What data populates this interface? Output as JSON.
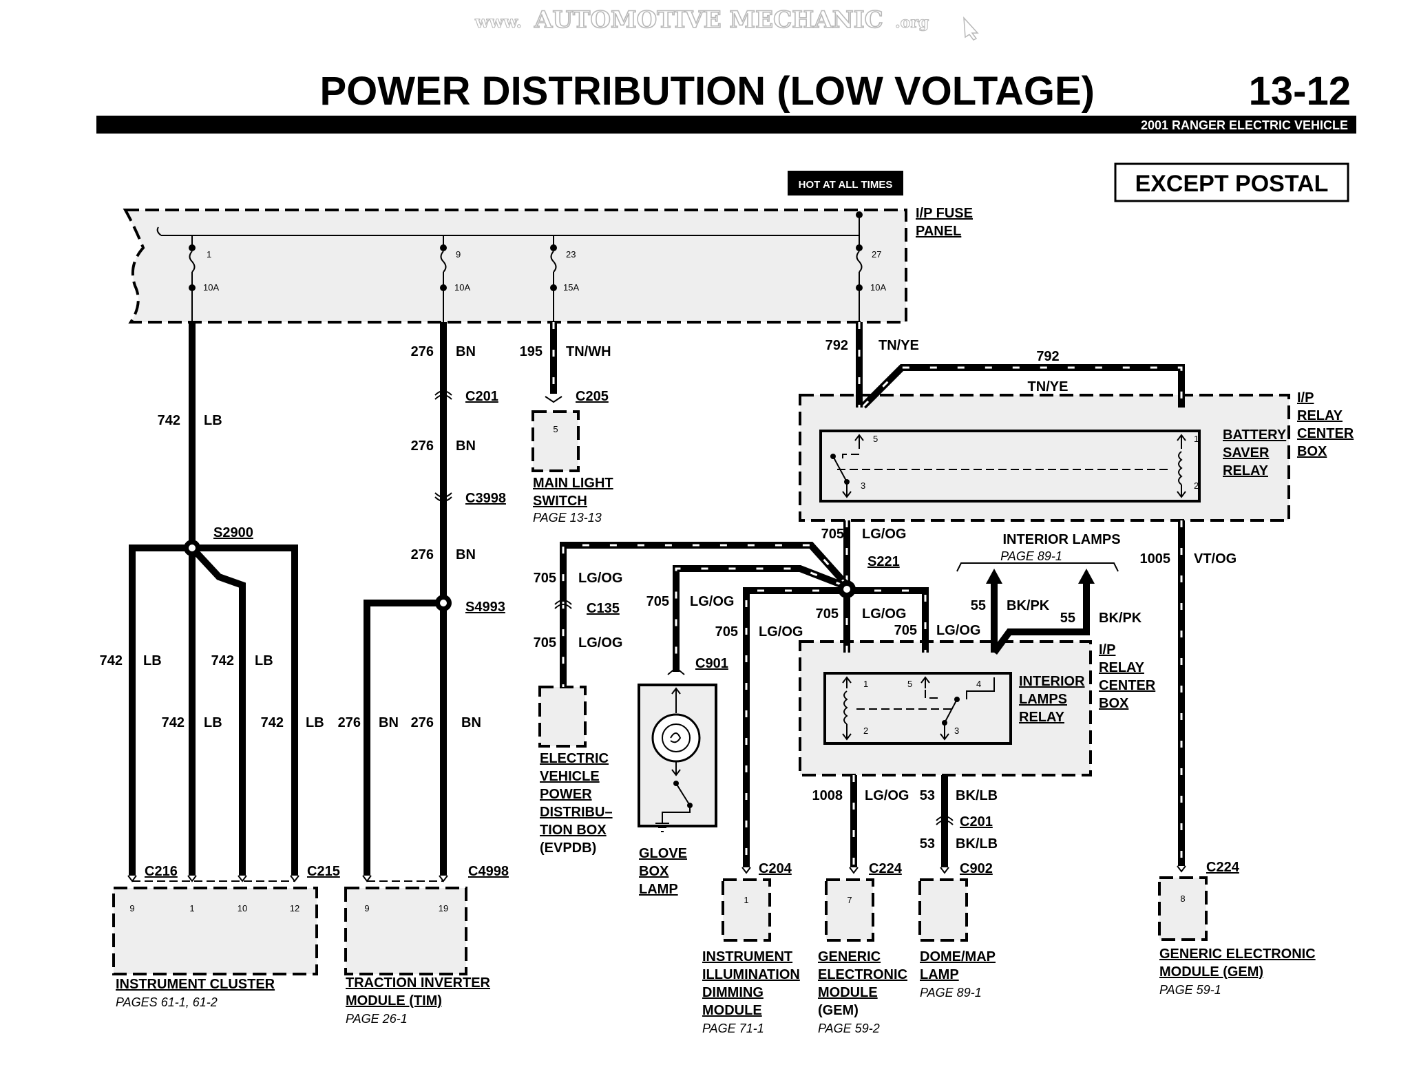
{
  "watermark": {
    "prefix": "www.",
    "name": "AUTOMOTIVE MECHANIC",
    "suffix": ".org"
  },
  "header": {
    "title": "POWER DISTRIBUTION (LOW VOLTAGE)",
    "page_number": "13-12",
    "subtitle": "2001 RANGER ELECTRIC VEHICLE"
  },
  "badges": {
    "hot": "HOT AT ALL TIMES",
    "except": "EXCEPT POSTAL"
  },
  "fuse_panel": {
    "label1": "I/P FUSE",
    "label2": "PANEL",
    "fuses": [
      {
        "num": "1",
        "amp": "10A"
      },
      {
        "num": "9",
        "amp": "10A"
      },
      {
        "num": "23",
        "amp": "15A"
      },
      {
        "num": "27",
        "amp": "10A"
      }
    ]
  },
  "wires": {
    "lb742": "742",
    "lb": "LB",
    "bn276": "276",
    "bn": "BN",
    "w195": "195",
    "tnwh": "TN/WH",
    "w792": "792",
    "tnye": "TN/YE",
    "w705": "705",
    "lgog": "LG/OG",
    "w1005": "1005",
    "vtog": "VT/OG",
    "w55": "55",
    "bkpk": "BK/PK",
    "w1008": "1008",
    "w53": "53",
    "bklb": "BK/LB"
  },
  "connectors": {
    "c201": "C201",
    "c3998": "C3998",
    "s4993": "S4993",
    "c205": "C205",
    "s2900": "S2900",
    "c216": "C216",
    "c215": "C215",
    "c4998": "C4998",
    "c135": "C135",
    "c901": "C901",
    "s221": "S221",
    "c204": "C204",
    "c224": "C224",
    "c902": "C902"
  },
  "relay_box": {
    "l1": "I/P",
    "l2": "RELAY",
    "l3": "CENTER",
    "l4": "BOX"
  },
  "battery_saver_relay": {
    "l1": "BATTERY",
    "l2": "SAVER",
    "l3": "RELAY",
    "pins": [
      "5",
      "3",
      "1",
      "2"
    ]
  },
  "interior_lamps_relay": {
    "l1": "INTERIOR",
    "l2": "LAMPS",
    "l3": "RELAY",
    "pins": [
      "1",
      "2",
      "5",
      "4",
      "3"
    ]
  },
  "interior_lamps": {
    "label": "INTERIOR LAMPS",
    "page": "PAGE 89-1"
  },
  "main_light_switch": {
    "pin": "5",
    "l1": "MAIN LIGHT",
    "l2": "SWITCH",
    "page": "PAGE 13-13"
  },
  "evpdb": {
    "l1": "ELECTRIC",
    "l2": "VEHICLE",
    "l3": "POWER",
    "l4": "DISTRIBU–",
    "l5": "TION BOX",
    "l6": "(EVPDB)"
  },
  "glove_box_lamp": {
    "l1": "GLOVE",
    "l2": "BOX",
    "l3": "LAMP"
  },
  "instrument_cluster": {
    "pins": [
      "9",
      "1",
      "10",
      "12"
    ],
    "label": "INSTRUMENT CLUSTER",
    "page": "PAGES 61-1, 61-2"
  },
  "tim": {
    "pins": [
      "9",
      "19"
    ],
    "l1": "TRACTION INVERTER",
    "l2": "MODULE (TIM)",
    "page": "PAGE 26-1"
  },
  "iidm": {
    "pin": "1",
    "l1": "INSTRUMENT",
    "l2": "ILLUMINATION",
    "l3": "DIMMING",
    "l4": "MODULE",
    "page": "PAGE 71-1"
  },
  "gem_left": {
    "pin": "7",
    "l1": "GENERIC",
    "l2": "ELECTRONIC",
    "l3": "MODULE",
    "l4": "(GEM)",
    "page": "PAGE 59-2"
  },
  "dome_lamp": {
    "l1": "DOME/MAP",
    "l2": "LAMP",
    "page": "PAGE 89-1"
  },
  "gem_right": {
    "pin": "8",
    "l1": "GENERIC ELECTRONIC",
    "l2": "MODULE (GEM)",
    "page": "PAGE 59-1"
  }
}
